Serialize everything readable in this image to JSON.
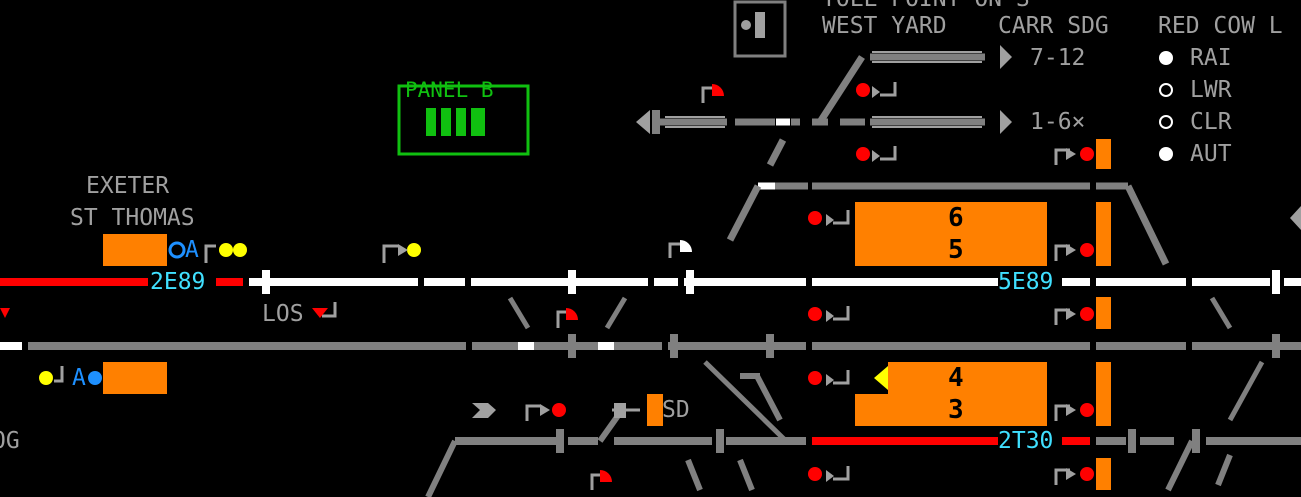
{
  "panel_b": {
    "label": "PANEL B"
  },
  "station": {
    "line1": "EXETER",
    "line2": "ST THOMAS"
  },
  "headings": {
    "west_yard": "WEST YARD",
    "carr_sdg": "CARR SDG",
    "red_cow": "RED COW L",
    "top_clipped": "TOLL POINT ON S"
  },
  "sidings": {
    "upper": "7-12",
    "lower": "1-6×"
  },
  "legend": [
    {
      "code": "RAI",
      "state": "filled"
    },
    {
      "code": "LWR",
      "state": "open"
    },
    {
      "code": "CLR",
      "state": "open"
    },
    {
      "code": "AUT",
      "state": "filled"
    }
  ],
  "train_descriptions": {
    "up_main_left": "2E89",
    "up_main_right": "5E89",
    "down_relief": "2T30"
  },
  "platforms": {
    "p6": "6",
    "p5": "5",
    "p4": "4",
    "p3": "3"
  },
  "markers": {
    "auto_a1": "A",
    "auto_a2": "A",
    "los": "LOS",
    "sd": "SD",
    "left_edge": "OG"
  },
  "colors": {
    "background": "#000000",
    "track_idle": "#808080",
    "track_route_set": "#ffffff",
    "track_occupied": "#ff0000",
    "platform": "#ff8000",
    "signal_red": "#ff0000",
    "signal_yellow": "#ffff00",
    "text_grey": "#a0a0a0",
    "berth_text": "#40e0ff",
    "panel_green": "#10c010"
  }
}
